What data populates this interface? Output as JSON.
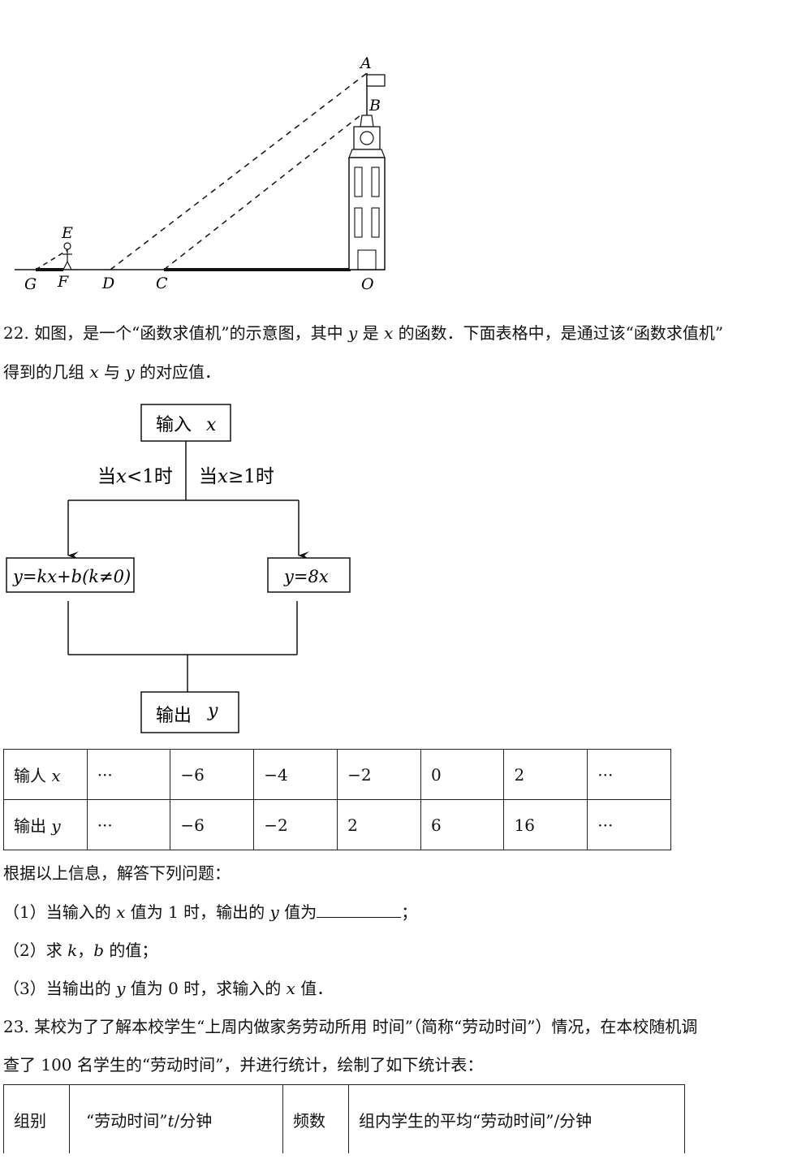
{
  "figure1": {
    "labels": {
      "A": "A",
      "B": "B",
      "E": "E",
      "G": "G",
      "F": "F",
      "D": "D",
      "C": "C",
      "O": "O"
    }
  },
  "q22": {
    "line1": {
      "p1": "22. 如图，是一个“函数求值机”的示意图，其中 ",
      "v1": "y",
      "p2": " 是 ",
      "v2": "x",
      "p3": " 的函数．下面表格中，是通过该“函数求值机”"
    },
    "line2": {
      "p1": "得到的几组 ",
      "v1": "x",
      "p2": " 与 ",
      "v2": "y",
      "p3": " 的对应值．"
    },
    "flow": {
      "input_label": "输入",
      "input_var": "x",
      "cond_left": {
        "p1": "当",
        "var": "x",
        "p2": "<1时"
      },
      "cond_right": {
        "p1": "当",
        "var": "x",
        "p2": "≥1时"
      },
      "box_left": "y=kx+b(k≠0)",
      "box_right": "y=8x",
      "output_label": "输出",
      "output_var": "y"
    },
    "table": {
      "row1": {
        "label": "输人",
        "var": "x",
        "cells": [
          "···",
          "−6",
          "−4",
          "−2",
          "0",
          "2",
          "···"
        ]
      },
      "row2": {
        "label": "输出",
        "var": "y",
        "cells": [
          "···",
          "−6",
          "−2",
          "2",
          "6",
          "16",
          "···"
        ]
      }
    },
    "intro": "根据以上信息，解答下列问题：",
    "sub1": {
      "p1": "（1）当输入的 ",
      "v1": "x",
      "p2": " 值为 1 时，输出的 ",
      "v2": "y",
      "p3": " 值为",
      "p4": "；"
    },
    "sub2": {
      "p1": "（2）求 ",
      "v1": "k",
      "p2": "，",
      "v2": "b",
      "p3": " 的值；"
    },
    "sub3": {
      "p1": "（3）当输出的 ",
      "v1": "y",
      "p2": " 值为 0 时，求输入的 ",
      "v2": "x",
      "p3": " 值．"
    }
  },
  "q23": {
    "line1": "23. 某校为了了解本校学生“上周内做家务劳动所用",
    "line1b": " 时间”（简称“劳动时间”）情况，在本校随机调",
    "line2": "查了 100 名学生的“劳动时间”，并进行统计，绘制了如下统计表：",
    "table_headers": {
      "h1": "组别",
      "h2a": "“劳动时间”",
      "h2var": "t",
      "h2b": "/分钟",
      "h3": "频数",
      "h4": "组内学生的平均“劳动时间”/分钟"
    }
  }
}
